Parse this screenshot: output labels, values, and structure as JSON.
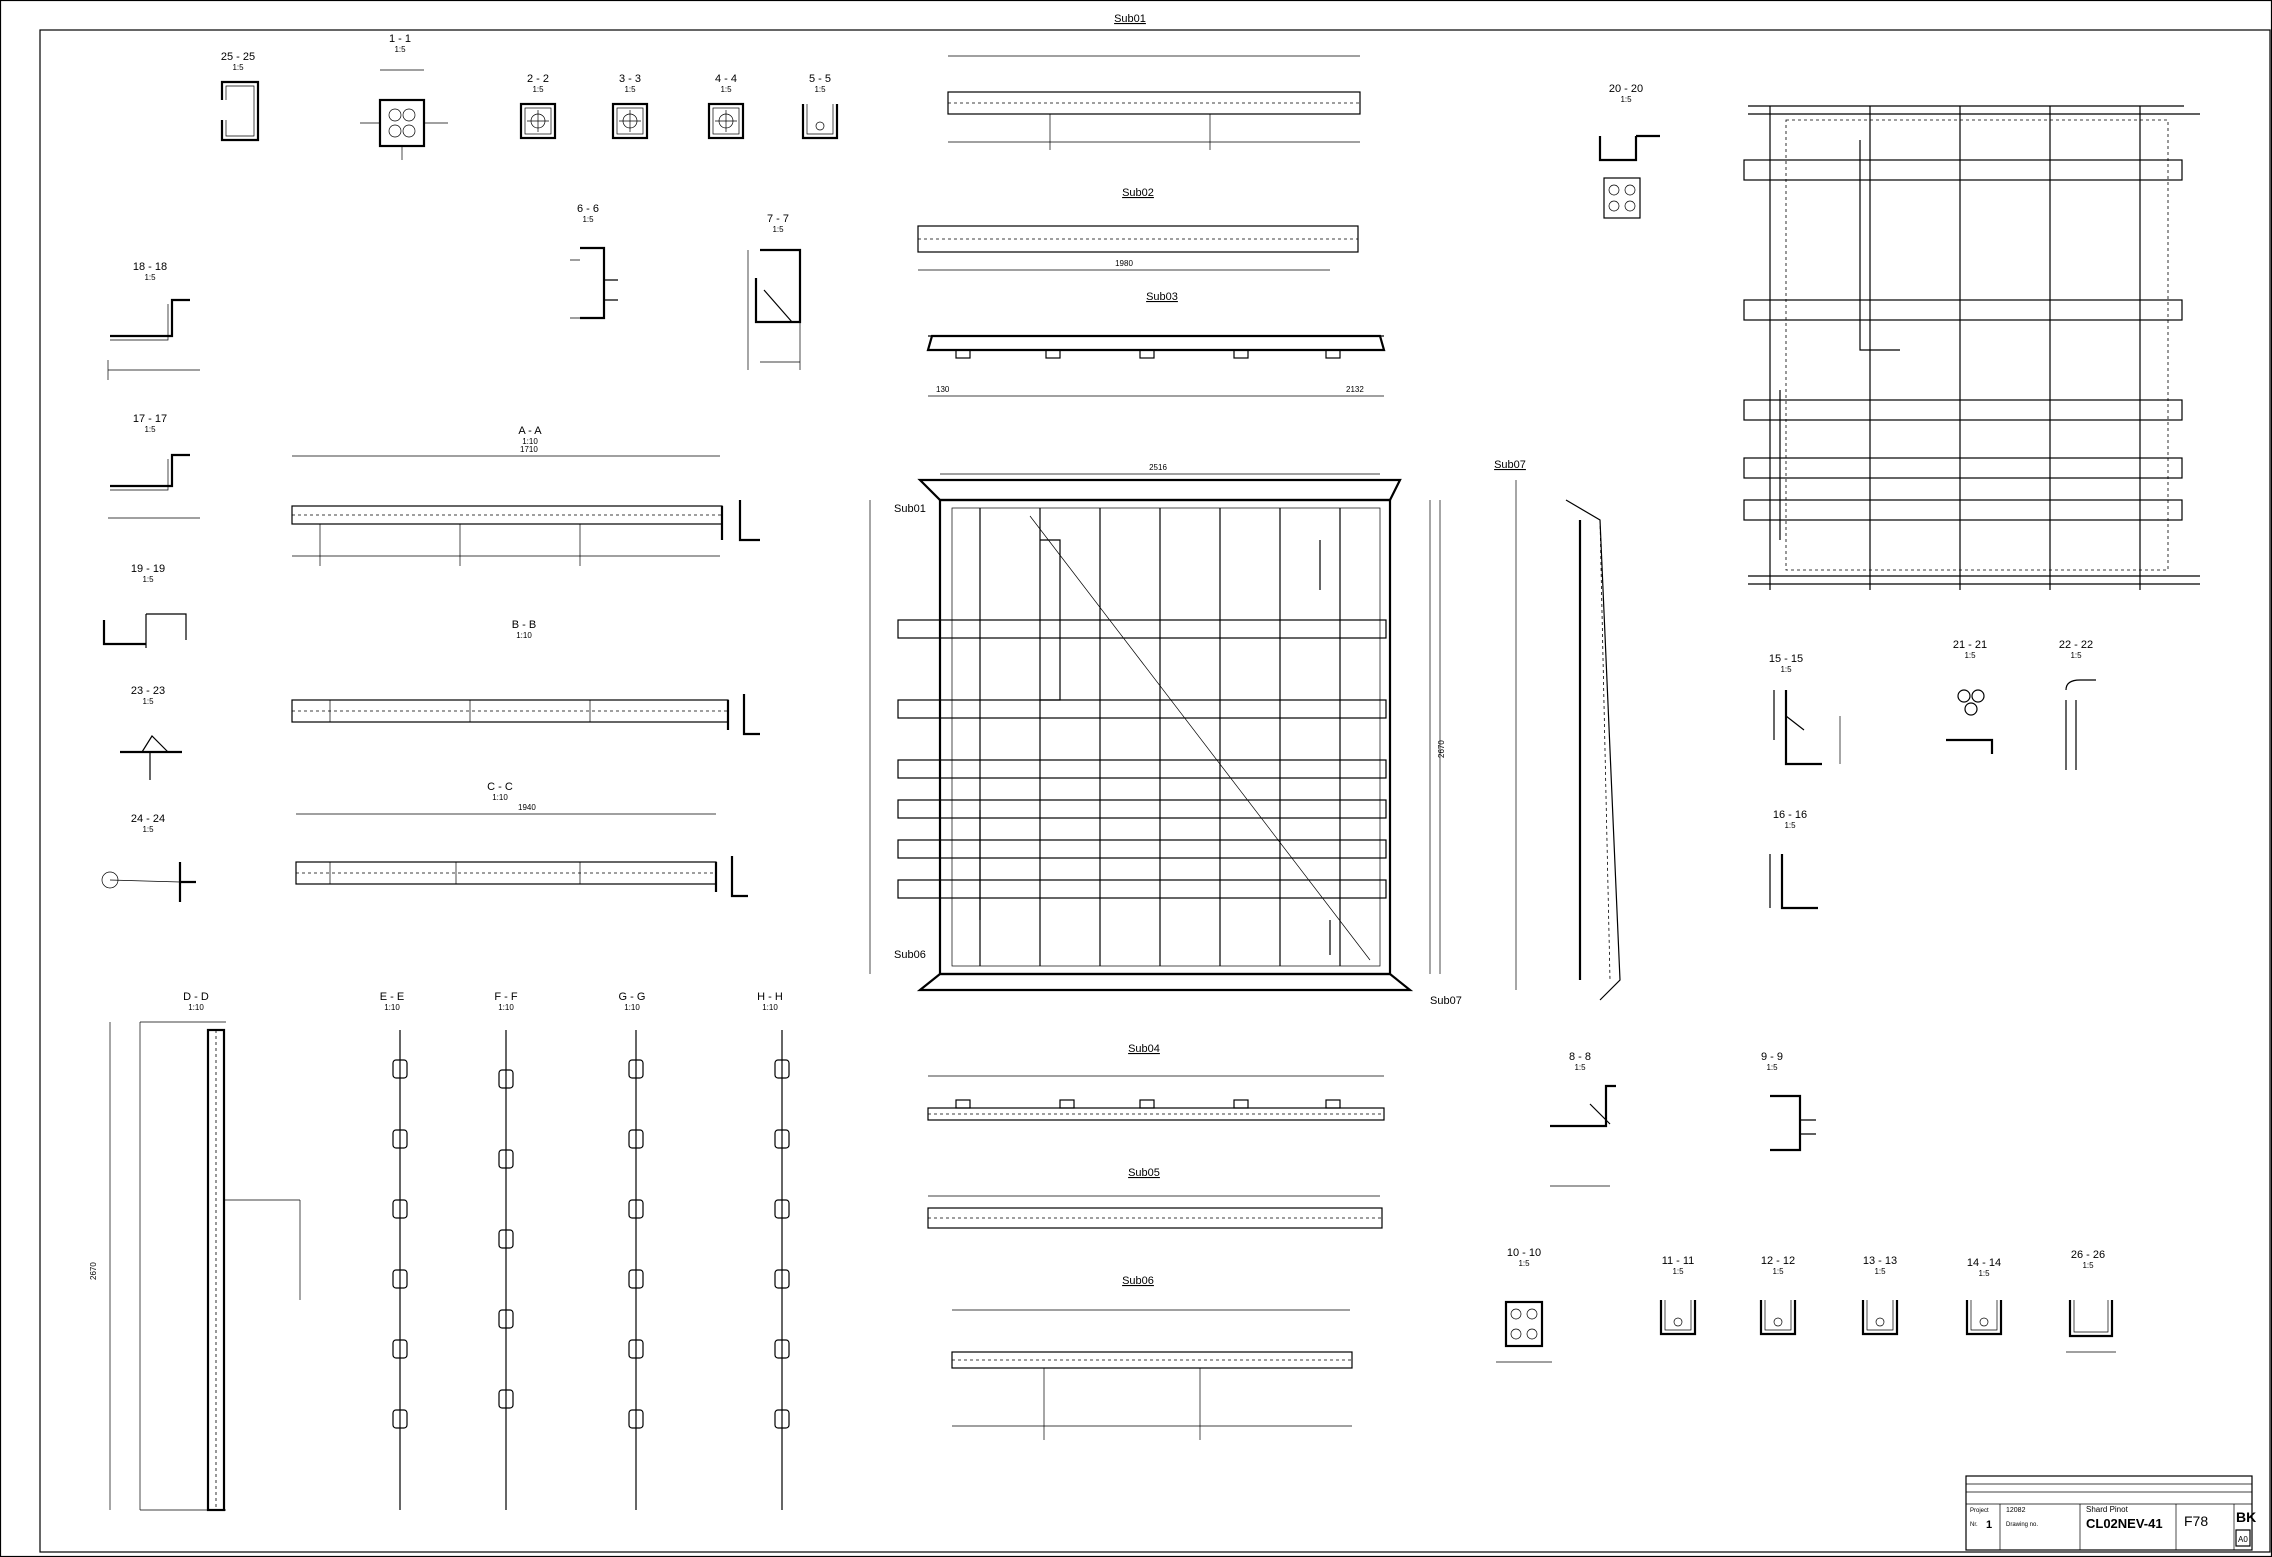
{
  "sections": [
    {
      "label": "25 - 25",
      "scale": "1:5"
    },
    {
      "label": "1 - 1",
      "scale": "1:5"
    },
    {
      "label": "2 - 2",
      "scale": "1:5"
    },
    {
      "label": "3 - 3",
      "scale": "1:5"
    },
    {
      "label": "4 - 4",
      "scale": "1:5"
    },
    {
      "label": "5 - 5",
      "scale": "1:5"
    },
    {
      "label": "6 - 6",
      "scale": "1:5"
    },
    {
      "label": "7 - 7",
      "scale": "1:5"
    },
    {
      "label": "18 - 18",
      "scale": "1:5"
    },
    {
      "label": "17 - 17",
      "scale": "1:5"
    },
    {
      "label": "19 - 19",
      "scale": "1:5"
    },
    {
      "label": "23 - 23",
      "scale": "1:5"
    },
    {
      "label": "24 - 24",
      "scale": "1:5"
    },
    {
      "label": "A - A",
      "scale": "1:10"
    },
    {
      "label": "B - B",
      "scale": "1:10"
    },
    {
      "label": "C - C",
      "scale": "1:10"
    },
    {
      "label": "D - D",
      "scale": "1:10"
    },
    {
      "label": "E - E",
      "scale": "1:10"
    },
    {
      "label": "F - F",
      "scale": "1:10"
    },
    {
      "label": "G - G",
      "scale": "1:10"
    },
    {
      "label": "H - H",
      "scale": "1:10"
    },
    {
      "label": "20 - 20",
      "scale": "1:5"
    },
    {
      "label": "15 - 15",
      "scale": "1:5"
    },
    {
      "label": "21 - 21",
      "scale": "1:5"
    },
    {
      "label": "22 - 22",
      "scale": "1:5"
    },
    {
      "label": "16 - 16",
      "scale": "1:5"
    },
    {
      "label": "8 - 8",
      "scale": "1:5"
    },
    {
      "label": "9 - 9",
      "scale": "1:5"
    },
    {
      "label": "10 - 10",
      "scale": "1:5"
    },
    {
      "label": "11 - 11",
      "scale": "1:5"
    },
    {
      "label": "12 - 12",
      "scale": "1:5"
    },
    {
      "label": "13 - 13",
      "scale": "1:5"
    },
    {
      "label": "14 - 14",
      "scale": "1:5"
    },
    {
      "label": "26 - 26",
      "scale": "1:5"
    }
  ],
  "subassemblies": [
    "Sub01",
    "Sub02",
    "Sub03",
    "Sub04",
    "Sub05",
    "Sub06",
    "Sub07"
  ],
  "dimensions": {
    "overall_width": "2516",
    "overall_height": "2670",
    "sub03_left": "130",
    "sub03_right": "2132",
    "sub02_length": "1980",
    "aa_span": "1710",
    "cc_span": "1940"
  },
  "title_block": {
    "project_label": "Project",
    "project_no": "12082",
    "project_name": "Shard Pinot",
    "count_label": "Nr.",
    "count": "1",
    "drawing_label": "Drawing no.",
    "drawing_no": "CL02NEV-41",
    "sheet_code": "F78",
    "logo": "BK",
    "corner_mark": "A0"
  }
}
